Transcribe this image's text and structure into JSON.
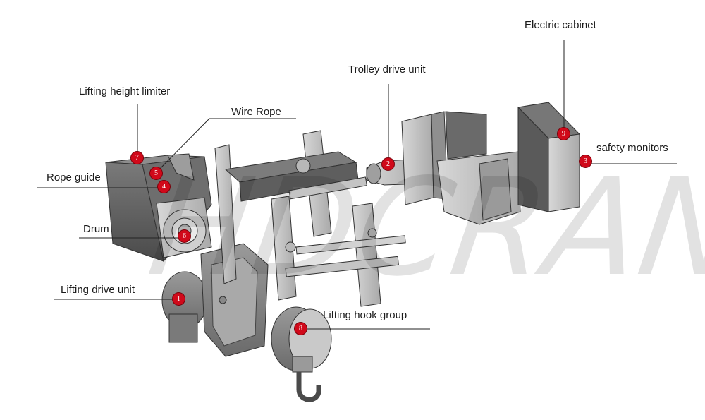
{
  "watermark": "HDCRANE",
  "labels": {
    "lifting_height_limiter": "Lifting height limiter",
    "wire_rope": "Wire Rope",
    "rope_guide": "Rope guide",
    "drum": "Drum",
    "lifting_drive_unit": "Lifting drive unit",
    "trolley_drive_unit": "Trolley drive unit",
    "electric_cabinet": "Electric cabinet",
    "safety_monitors": "safety monitors",
    "lifting_hook_group": "Lifting hook group"
  },
  "badges": {
    "lifting_drive_unit": "1",
    "trolley_drive_unit": "2",
    "safety_monitors": "3",
    "rope_guide": "4",
    "wire_rope": "5",
    "drum": "6",
    "lifting_height_limiter": "7",
    "lifting_hook_group": "8",
    "electric_cabinet": "9"
  },
  "colors": {
    "badge": "#d0091a",
    "leader": "#222222",
    "machine_dark": "#5b5b5b",
    "machine_light": "#bdbdbd"
  }
}
